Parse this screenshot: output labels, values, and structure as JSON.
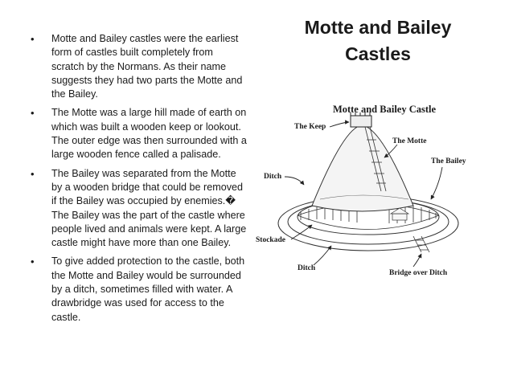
{
  "bullets": [
    "Motte and Bailey castles were the earliest form of castles built completely from scratch by the Normans. As their name suggests they had two parts the Motte and the Bailey.",
    "The Motte was a large hill made of earth on which was built a wooden keep or lookout. The outer edge was then surrounded with a large wooden fence called a palisade.",
    "The Bailey was separated from the Motte by a wooden bridge that could be removed if the Bailey was occupied by enemies.� The Bailey was the part of the castle where people lived and animals were kept. A large castle might have more than one Bailey.",
    "To give added protection to the castle, both the Motte and Bailey would be surrounded by a ditch, sometimes filled with water. A drawbridge was used for access to the castle."
  ],
  "title_line1": "Motte and Bailey",
  "title_line2": "Castles",
  "diagram": {
    "title": "Motte and Bailey Castle",
    "labels": {
      "keep": "The Keep",
      "motte": "The Motte",
      "bailey": "The Bailey",
      "ditch_left": "Ditch",
      "stockade": "Stockade",
      "ditch_bottom": "Ditch",
      "bridge": "Bridge over Ditch"
    }
  }
}
